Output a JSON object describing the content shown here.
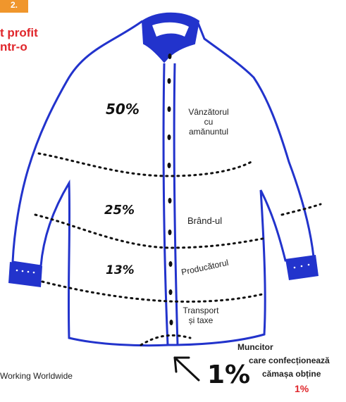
{
  "header": {
    "badge": "2.",
    "headline_line1": "t profit",
    "headline_line2": "ntr-o"
  },
  "shares": [
    {
      "percent": "50%",
      "label_lines": [
        "Vânzătorul",
        "cu",
        "amănuntul"
      ]
    },
    {
      "percent": "25%",
      "label_lines": [
        "Brând-ul"
      ]
    },
    {
      "percent": "13%",
      "label_lines": [
        "Producătorul"
      ]
    },
    {
      "percent": "",
      "label_lines": [
        "Transport",
        "și taxe"
      ]
    }
  ],
  "worker": {
    "line1": "Muncitor",
    "line2": "care confecționează",
    "line3": "cămașa obține",
    "percent": "1%",
    "handwritten_percent": "1%"
  },
  "footer": {
    "text": "Working Worldwide"
  },
  "colors": {
    "shirt_blue": "#2233cc",
    "headline_red": "#e0262b",
    "badge_orange": "#f0962c"
  }
}
